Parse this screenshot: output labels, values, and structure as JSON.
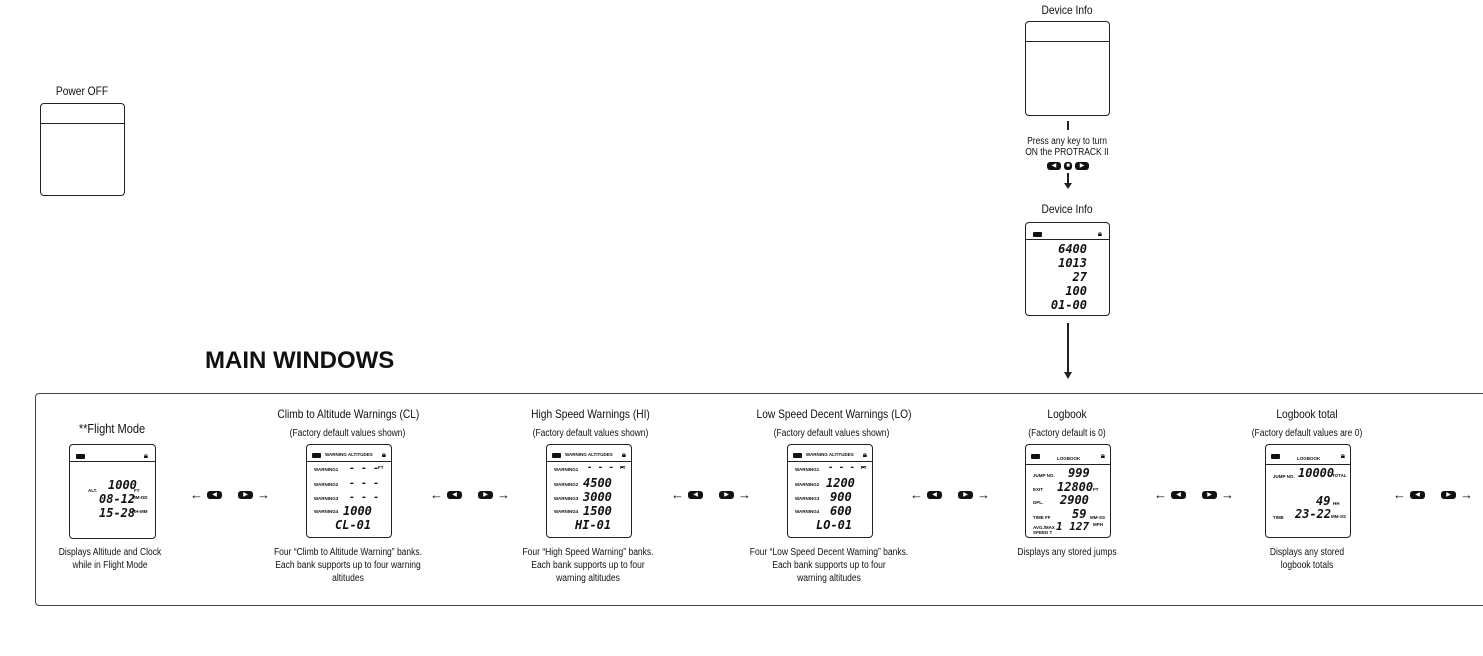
{
  "top": {
    "power_off_label": "Power OFF",
    "device_info_label": "Device Info",
    "press_key_text_1": "Press any key to turn",
    "press_key_text_2": "ON the PROTRACK II",
    "device_info_label_2": "Device Info",
    "device_info_values": [
      "6400",
      "1013",
      "27",
      "100",
      "01-00"
    ]
  },
  "main_title": "MAIN WINDOWS",
  "panels": {
    "flight": {
      "title": "**Flight Mode",
      "alt_label": "ALT.",
      "altitude": "1000",
      "alt_unit": "FT",
      "date": "08-12",
      "date_unit": "MM-DD",
      "time": "15-28",
      "time_unit": "HH-MM",
      "desc_1": "Displays Altitude and Clock",
      "desc_2": "while in Flight Mode"
    },
    "cl": {
      "title": "Climb to Altitude Warnings (CL)",
      "subtitle": "(Factory default values shown)",
      "header": "WARNING ALTITUDES",
      "labels": [
        "WARNING1",
        "WARNING2",
        "WARNING3",
        "WARNING4"
      ],
      "values": [
        "- - -",
        "- - -",
        "- - -",
        "1000"
      ],
      "unit": "FT",
      "bank": "CL-01",
      "desc_1": "Four “Climb to Altitude Warning” banks.",
      "desc_2": "Each bank supports up to four warning",
      "desc_3": "altitudes"
    },
    "hi": {
      "title": "High Speed Warnings (HI)",
      "subtitle": "(Factory default values shown)",
      "header": "WARNING ALTITUDES",
      "labels": [
        "WARNING1",
        "WARNING2",
        "WARNING3",
        "WARNING4"
      ],
      "values": [
        "- - - -",
        "4500",
        "3000",
        "1500"
      ],
      "unit": "FT",
      "bank": "HI-01",
      "desc_1": "Four “High Speed Warning” banks.",
      "desc_2": "Each bank supports up to four",
      "desc_3": "warning altitudes"
    },
    "lo": {
      "title": "Low Speed Decent Warnings (LO)",
      "subtitle": "(Factory default values shown)",
      "header": "WARNING ALTITUDES",
      "labels": [
        "WARNING1",
        "WARNING2",
        "WARNING3",
        "WARNING4"
      ],
      "values": [
        "- - - -",
        "1200",
        "900",
        "600"
      ],
      "unit": "FT",
      "bank": "LO-01",
      "desc_1": "Four “Low Speed Decent Warning” banks.",
      "desc_2": "Each bank supports up to four",
      "desc_3": "warning altitudes"
    },
    "logbook": {
      "title": "Logbook",
      "subtitle": "(Factory default is 0)",
      "header": "LOGBOOK",
      "jump_label": "JUMP NO.",
      "jump": "999",
      "exit_label": "EXIT",
      "exit": "12800",
      "exit_unit": "FT",
      "dpl_label": "DPL.",
      "dpl": "2900",
      "tff_label": "TIME FF",
      "tff": "59",
      "tff_unit": "MM-SS",
      "speed_label": "AVG./MAX SPEED T",
      "speed": "1 127",
      "speed_unit": "MPH",
      "desc_1": "Displays any stored jumps"
    },
    "total": {
      "title": "Logbook total",
      "subtitle": "(Factory default values are 0)",
      "header": "LOGBOOK",
      "jump_label": "JUMP NO.",
      "jumps": "10000",
      "jumps_unit": "TOTAL",
      "hours": "49",
      "hours_unit": "HH",
      "time_label": "TIME",
      "time": "23-22",
      "time_unit": "MM-SS",
      "desc_1": "Displays any stored",
      "desc_2": "logbook totals"
    }
  },
  "nav": {
    "left_arrow": "←",
    "right_arrow": "→"
  }
}
